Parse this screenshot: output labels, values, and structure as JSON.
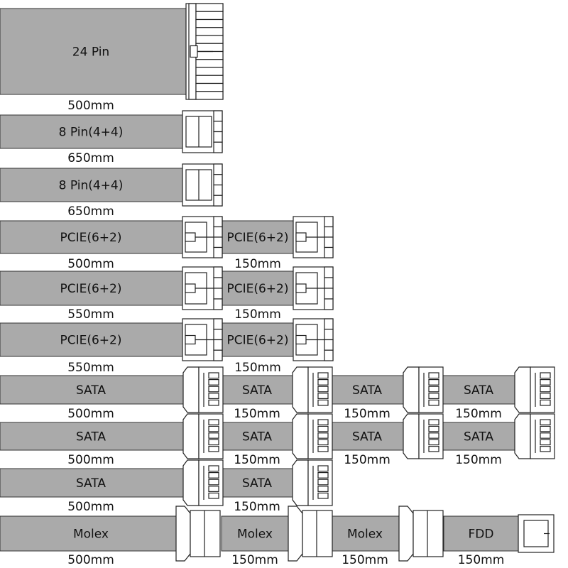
{
  "colors": {
    "cable": "#aaaaaa",
    "connector": "#ffffff",
    "outline": "#222222",
    "text": "#111111"
  },
  "cables": [
    {
      "segments": [
        {
          "label": "24 Pin",
          "length": "500mm"
        }
      ],
      "connector": "24pin"
    },
    {
      "segments": [
        {
          "label": "8 Pin(4+4)",
          "length": "650mm"
        }
      ],
      "connector": "cpu8"
    },
    {
      "segments": [
        {
          "label": "8 Pin(4+4)",
          "length": "650mm"
        }
      ],
      "connector": "cpu8"
    },
    {
      "segments": [
        {
          "label": "PCIE(6+2)",
          "length": "500mm"
        },
        {
          "label": "PCIE(6+2)",
          "length": "150mm"
        }
      ],
      "connector": "pcie"
    },
    {
      "segments": [
        {
          "label": "PCIE(6+2)",
          "length": "550mm"
        },
        {
          "label": "PCIE(6+2)",
          "length": "150mm"
        }
      ],
      "connector": "pcie"
    },
    {
      "segments": [
        {
          "label": "PCIE(6+2)",
          "length": "550mm"
        },
        {
          "label": "PCIE(6+2)",
          "length": "150mm"
        }
      ],
      "connector": "pcie"
    },
    {
      "segments": [
        {
          "label": "SATA",
          "length": "500mm"
        },
        {
          "label": "SATA",
          "length": "150mm"
        },
        {
          "label": "SATA",
          "length": "150mm"
        },
        {
          "label": "SATA",
          "length": "150mm"
        }
      ],
      "connector": "sata"
    },
    {
      "segments": [
        {
          "label": "SATA",
          "length": "500mm"
        },
        {
          "label": "SATA",
          "length": "150mm"
        },
        {
          "label": "SATA",
          "length": "150mm"
        },
        {
          "label": "SATA",
          "length": "150mm"
        }
      ],
      "connector": "sata"
    },
    {
      "segments": [
        {
          "label": "SATA",
          "length": "500mm"
        },
        {
          "label": "SATA",
          "length": "150mm"
        }
      ],
      "connector": "sata"
    },
    {
      "segments": [
        {
          "label": "Molex",
          "length": "500mm"
        },
        {
          "label": "Molex",
          "length": "150mm"
        },
        {
          "label": "Molex",
          "length": "150mm"
        },
        {
          "label": "FDD",
          "length": "150mm"
        }
      ],
      "connector": "molex"
    }
  ]
}
